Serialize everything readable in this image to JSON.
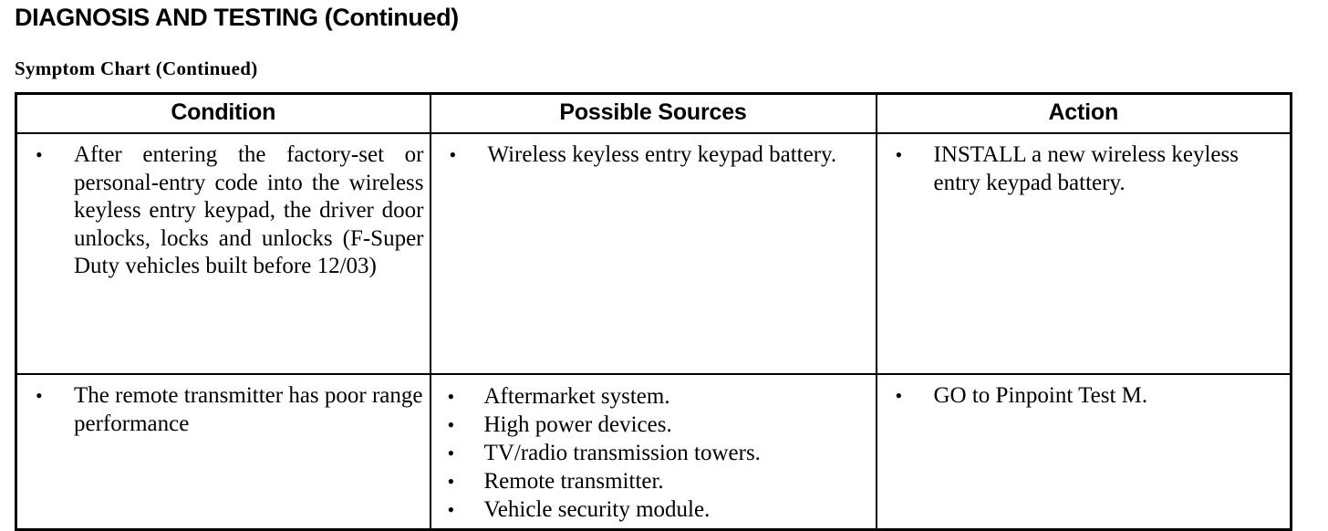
{
  "document": {
    "title": "DIAGNOSIS AND TESTING (Continued)",
    "subtitle": "Symptom Chart (Continued)"
  },
  "table": {
    "headers": {
      "condition": "Condition",
      "possible_sources": "Possible Sources",
      "action": "Action"
    },
    "rows": [
      {
        "condition": [
          "After entering the factory-set or personal-entry code into the wireless keyless entry keypad, the driver door unlocks, locks and unlocks (F-Super Duty vehicles built before 12/03)"
        ],
        "possible_sources": [
          "Wireless keyless entry keypad battery."
        ],
        "action": [
          "INSTALL a new wireless keyless entry keypad battery."
        ]
      },
      {
        "condition": [
          "The remote transmitter has poor range performance"
        ],
        "possible_sources": [
          "Aftermarket system.",
          "High power devices.",
          "TV/radio transmission towers.",
          "Remote transmitter.",
          "Vehicle security module."
        ],
        "action": [
          "GO to Pinpoint Test M."
        ]
      }
    ]
  }
}
